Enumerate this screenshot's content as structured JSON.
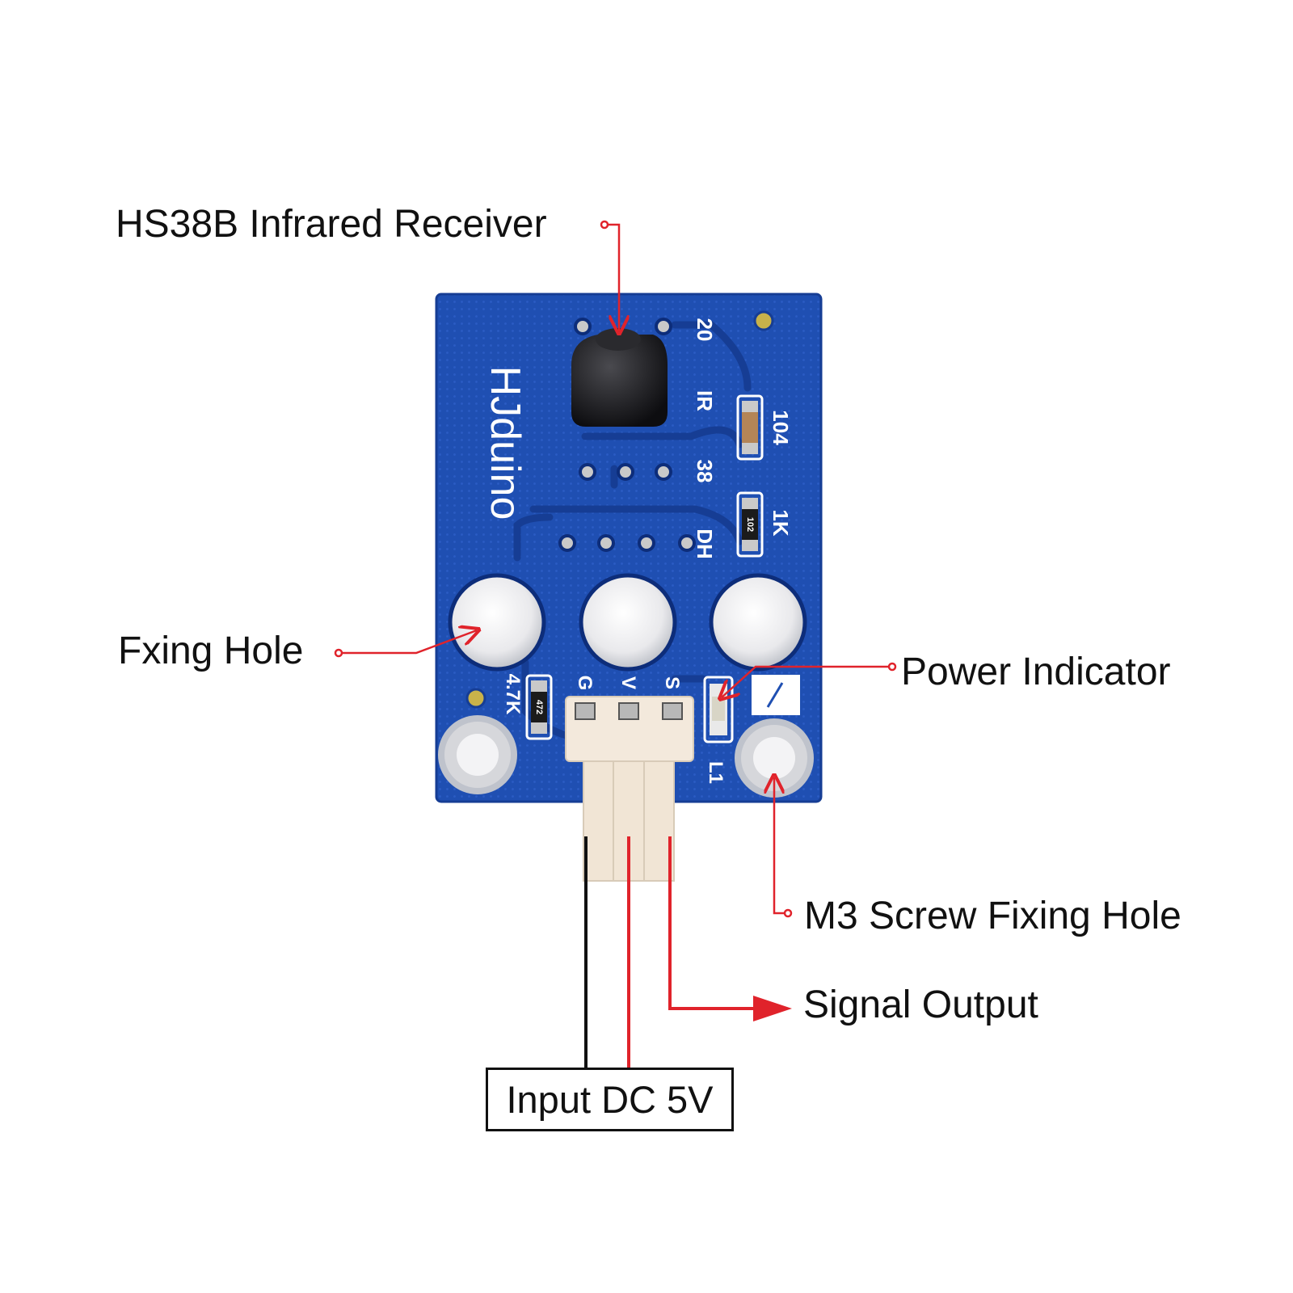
{
  "callouts": {
    "receiver": "HS38B Infrared Receiver",
    "fixing_hole": "Fxing Hole",
    "power_indicator": "Power Indicator",
    "m3_hole": "M3 Screw Fixing Hole",
    "signal_output": "Signal Output",
    "input_dc": "Input DC 5V"
  },
  "board": {
    "brand": "HJduino",
    "silkscreen": {
      "ic_20": "20",
      "ic_ir": "IR",
      "ic_38": "38",
      "ic_dh": "DH",
      "cap_104": "104",
      "res_1k": "1K",
      "res_47k": "4.7K",
      "pin_g": "G",
      "pin_v": "V",
      "pin_s": "S",
      "led_l1": "L1",
      "smd_102": "102",
      "smd_472": "472"
    }
  },
  "colors": {
    "pcb_blue": "#1f4fb2",
    "pcb_blue_dark": "#163d94",
    "callout_red": "#e0232b",
    "wire_black": "#111111",
    "wire_red": "#e0232b",
    "connector": "#f3e9dc"
  }
}
